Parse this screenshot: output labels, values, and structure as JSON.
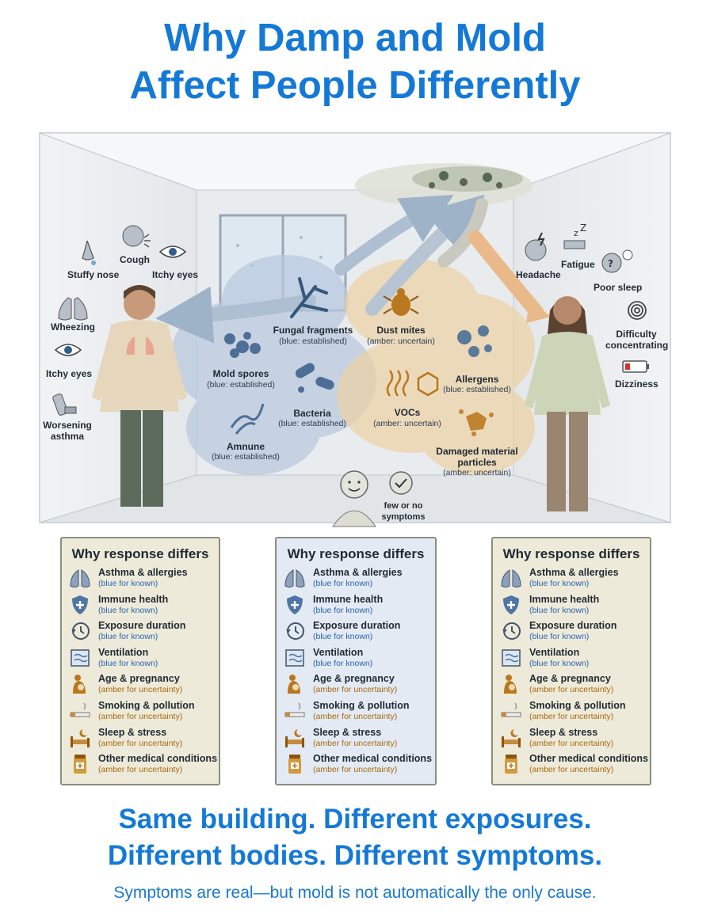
{
  "title_lines": [
    "Why Damp and Mold",
    "Affect People Differently"
  ],
  "left_symptoms": [
    "Stuffy nose",
    "Cough",
    "Itchy eyes",
    "Wheezing",
    "Itchy eyes",
    "Worsening asthma"
  ],
  "right_symptoms": [
    "Headache",
    "Fatigue",
    "Poor sleep",
    "Difficulty concentrating",
    "Dizziness"
  ],
  "exposures": [
    {
      "name": "Fungal fragments",
      "status": "(blue: established)"
    },
    {
      "name": "Mold spores",
      "status": "(blue: established)"
    },
    {
      "name": "Bacteria",
      "status": "(blue: established)"
    },
    {
      "name": "Amnune",
      "status": "(blue: established)"
    },
    {
      "name": "Dust mites",
      "status": "(amber: uncertain)"
    },
    {
      "name": "Allergens",
      "status": "(blue: established)"
    },
    {
      "name": "VOCs",
      "status": "(amber: uncertain)"
    },
    {
      "name": "Damaged material particles",
      "status": "(amber: uncertain)"
    }
  ],
  "center_person_label": "few or no symptoms",
  "panel_title": "Why response differs",
  "factors": [
    {
      "name": "Asthma & allergies",
      "note": "(blue for known)",
      "kind": "blue",
      "icon": "lungs-icon"
    },
    {
      "name": "Immune health",
      "note": "(blue for known)",
      "kind": "blue",
      "icon": "shield-plus-icon"
    },
    {
      "name": "Exposure duration",
      "note": "(blue for known)",
      "kind": "blue",
      "icon": "clock-history-icon"
    },
    {
      "name": "Ventilation",
      "note": "(blue for known)",
      "kind": "blue",
      "icon": "window-airflow-icon"
    },
    {
      "name": "Age & pregnancy",
      "note": "(amber for uncertainty)",
      "kind": "amber",
      "icon": "mother-baby-icon"
    },
    {
      "name": "Smoking & pollution",
      "note": "(amber for uncertainty)",
      "kind": "amber",
      "icon": "cigarette-icon"
    },
    {
      "name": "Sleep & stress",
      "note": "(amber for uncertainty)",
      "kind": "amber",
      "icon": "bed-moon-icon"
    },
    {
      "name": "Other medical conditions",
      "note": "(amber for uncertainty)",
      "kind": "amber",
      "icon": "pill-bottle-icon"
    }
  ],
  "tagline_lines": [
    "Same building. Different exposures.",
    "Different bodies. Different symptoms."
  ],
  "footnote": "Symptoms are real—but mold is not automatically the only cause.",
  "colors": {
    "title_blue": "#1479d6",
    "blue_cloud": "#b9c9de",
    "amber_cloud": "#ecd3a6",
    "panel_beige": "#eeead9",
    "panel_blue": "#e3eaf3"
  }
}
